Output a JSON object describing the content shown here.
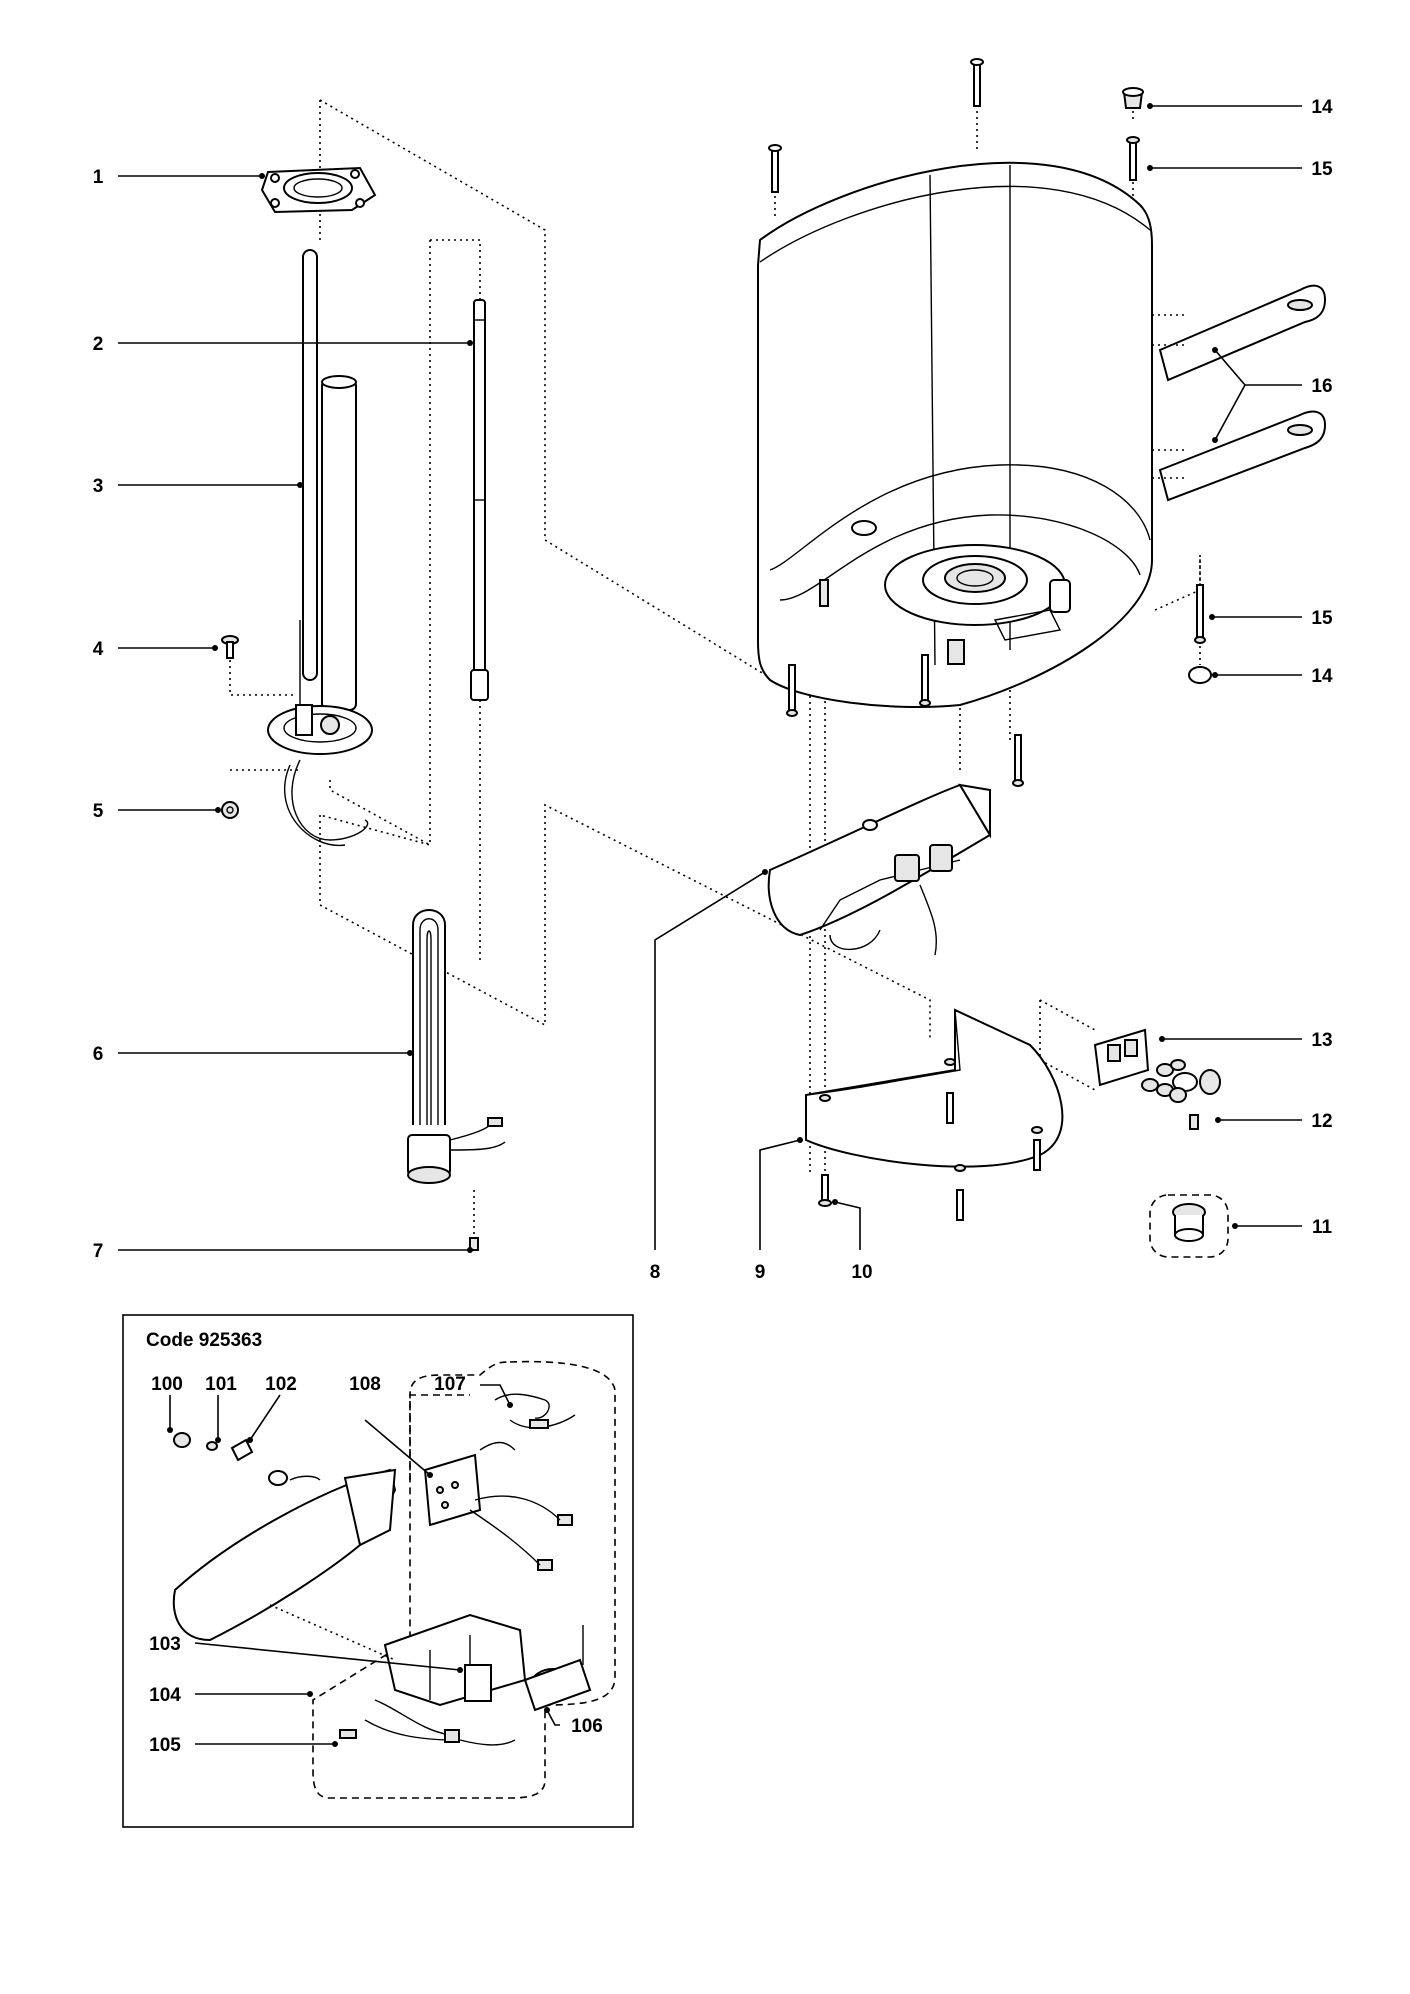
{
  "callouts": [
    {
      "id": "c1",
      "text": "1"
    },
    {
      "id": "c2",
      "text": "2"
    },
    {
      "id": "c3",
      "text": "3"
    },
    {
      "id": "c4",
      "text": "4"
    },
    {
      "id": "c5",
      "text": "5"
    },
    {
      "id": "c6",
      "text": "6"
    },
    {
      "id": "c7",
      "text": "7"
    },
    {
      "id": "c8",
      "text": "8"
    },
    {
      "id": "c9",
      "text": "9"
    },
    {
      "id": "c10",
      "text": "10"
    },
    {
      "id": "c11",
      "text": "11"
    },
    {
      "id": "c12",
      "text": "12"
    },
    {
      "id": "c13",
      "text": "13"
    },
    {
      "id": "c14a",
      "text": "14"
    },
    {
      "id": "c14b",
      "text": "14"
    },
    {
      "id": "c15a",
      "text": "15"
    },
    {
      "id": "c15b",
      "text": "15"
    },
    {
      "id": "c16",
      "text": "16"
    }
  ],
  "inset": {
    "code_label": "Code 925363",
    "callouts": [
      {
        "id": "i100",
        "text": "100"
      },
      {
        "id": "i101",
        "text": "101"
      },
      {
        "id": "i102",
        "text": "102"
      },
      {
        "id": "i103",
        "text": "103"
      },
      {
        "id": "i104",
        "text": "104"
      },
      {
        "id": "i105",
        "text": "105"
      },
      {
        "id": "i106",
        "text": "106"
      },
      {
        "id": "i107",
        "text": "107"
      },
      {
        "id": "i108",
        "text": "108"
      }
    ]
  }
}
